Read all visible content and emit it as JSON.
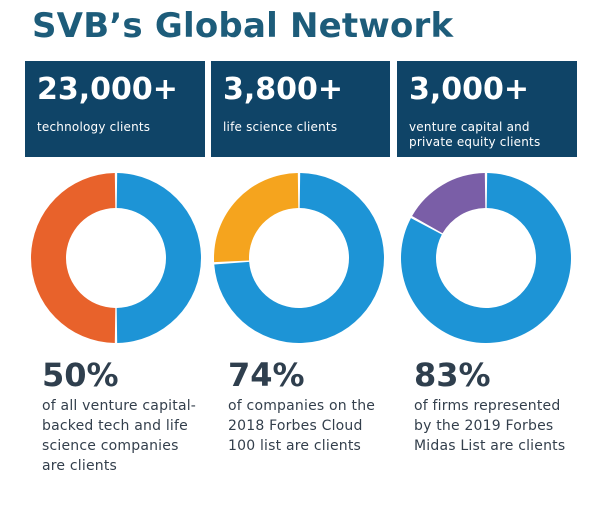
{
  "title": "SVB’s Global Network",
  "stats": [
    {
      "value": "23,000+",
      "label": "technology clients"
    },
    {
      "value": "3,800+",
      "label": "life science clients"
    },
    {
      "value": "3,000+",
      "label": "venture capital and private equity clients"
    }
  ],
  "colors": {
    "box_bg": "#0f4467",
    "title": "#1d5c7a",
    "primary_blue": "#1d94d6",
    "accents": [
      "#e8622b",
      "#f5a41e",
      "#7a5ea7"
    ]
  },
  "chart_data": [
    {
      "type": "pie",
      "donut": true,
      "values": [
        50,
        50
      ],
      "colors": [
        "#1d94d6",
        "#e8622b"
      ],
      "value_label": "50%",
      "caption": "of all venture capital-backed tech and life science companies are clients"
    },
    {
      "type": "pie",
      "donut": true,
      "values": [
        74,
        26
      ],
      "colors": [
        "#1d94d6",
        "#f5a41e"
      ],
      "value_label": "74%",
      "caption": "of companies on the 2018 Forbes Cloud 100 list are clients"
    },
    {
      "type": "pie",
      "donut": true,
      "values": [
        83,
        17
      ],
      "colors": [
        "#1d94d6",
        "#7a5ea7"
      ],
      "value_label": "83%",
      "caption": "of firms represented by the 2019 Forbes Midas List are clients"
    }
  ]
}
